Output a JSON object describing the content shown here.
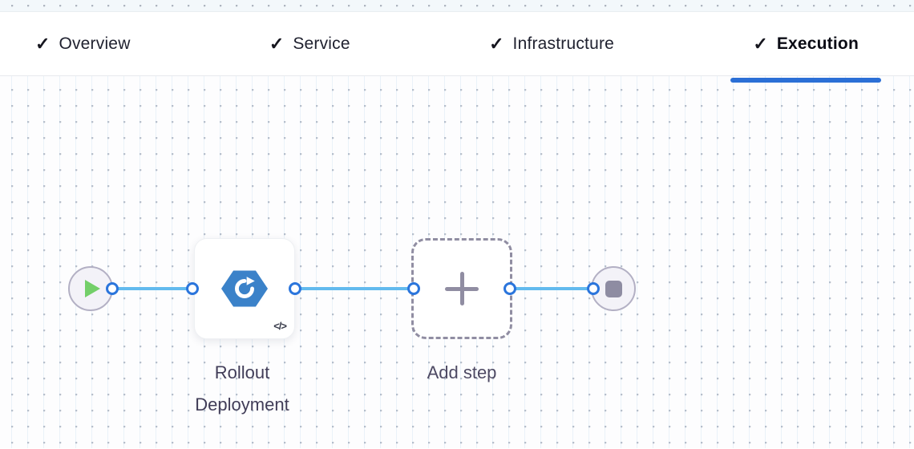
{
  "tabs": {
    "check_icon": "✓",
    "items": [
      {
        "label": "Overview",
        "completed": true,
        "active": false
      },
      {
        "label": "Service",
        "completed": true,
        "active": false
      },
      {
        "label": "Infrastructure",
        "completed": true,
        "active": false
      },
      {
        "label": "Execution",
        "completed": true,
        "active": true
      }
    ]
  },
  "pipeline": {
    "start_node": {
      "icon": "play-icon"
    },
    "step": {
      "label": "Rollout Deployment",
      "icon": "rollout-deployment-icon",
      "code_badge": "</>"
    },
    "add_step": {
      "label": "Add step",
      "icon": "plus-icon"
    },
    "end_node": {
      "icon": "stop-icon"
    }
  },
  "colors": {
    "active_tab_underline": "#2b6fd6",
    "edge_line": "#63baee",
    "port_border": "#2b75dc",
    "step_icon_blue": "#3b82c9",
    "play_green": "#73cf69",
    "stop_gray": "#8e8ca2",
    "dashed_border": "#908da2",
    "node_fill": "#f3f2f8",
    "node_border": "#b3b0c4"
  }
}
